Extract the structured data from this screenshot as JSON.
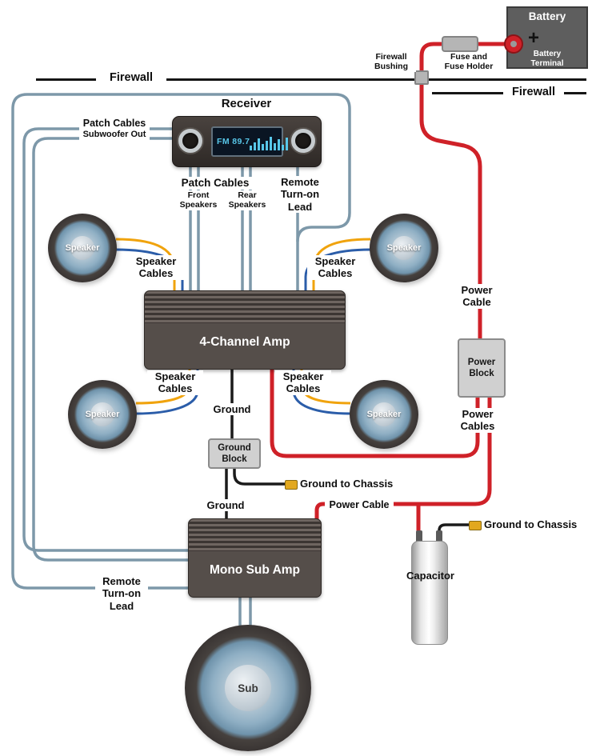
{
  "colors": {
    "power": "#cf2128",
    "ground": "#1b1b1b",
    "patch": "#7d98a9",
    "speaker_pos": "#f0a30d",
    "speaker_neg": "#2b5da9",
    "firewall": "#151515",
    "connector": "#e2a81f"
  },
  "labels": {
    "firewall": "Firewall",
    "receiver": "Receiver",
    "patch_cables": "Patch Cables",
    "subwoofer_out": "Subwoofer Out",
    "front": "Front",
    "rear": "Rear",
    "speakers_word": "Speakers",
    "remote": "Remote",
    "turn_on": "Turn-on",
    "lead": "Lead",
    "speaker_word": "Speaker",
    "cables_word": "Cables",
    "power_word": "Power",
    "cable_word": "Cable",
    "cables_plural": "Cables",
    "ground": "Ground",
    "ground_to_chassis": "Ground to Chassis",
    "power_cable": "Power Cable",
    "fuse_line1": "Fuse and",
    "fuse_line2": "Fuse Holder",
    "bushing_line1": "Firewall",
    "bushing_line2": "Bushing",
    "capacitor": "Capacitor"
  },
  "components": {
    "battery": "Battery",
    "battery_terminal_line1": "Battery",
    "battery_terminal_line2": "Terminal",
    "plus": "+",
    "display_freq": "FM 89.7",
    "four_channel_amp": "4-Channel Amp",
    "mono_sub_amp": "Mono Sub Amp",
    "power_block_line1": "Power",
    "power_block_line2": "Block",
    "ground_block_line1": "Ground",
    "ground_block_line2": "Block",
    "speaker": "Speaker",
    "sub": "Sub"
  }
}
